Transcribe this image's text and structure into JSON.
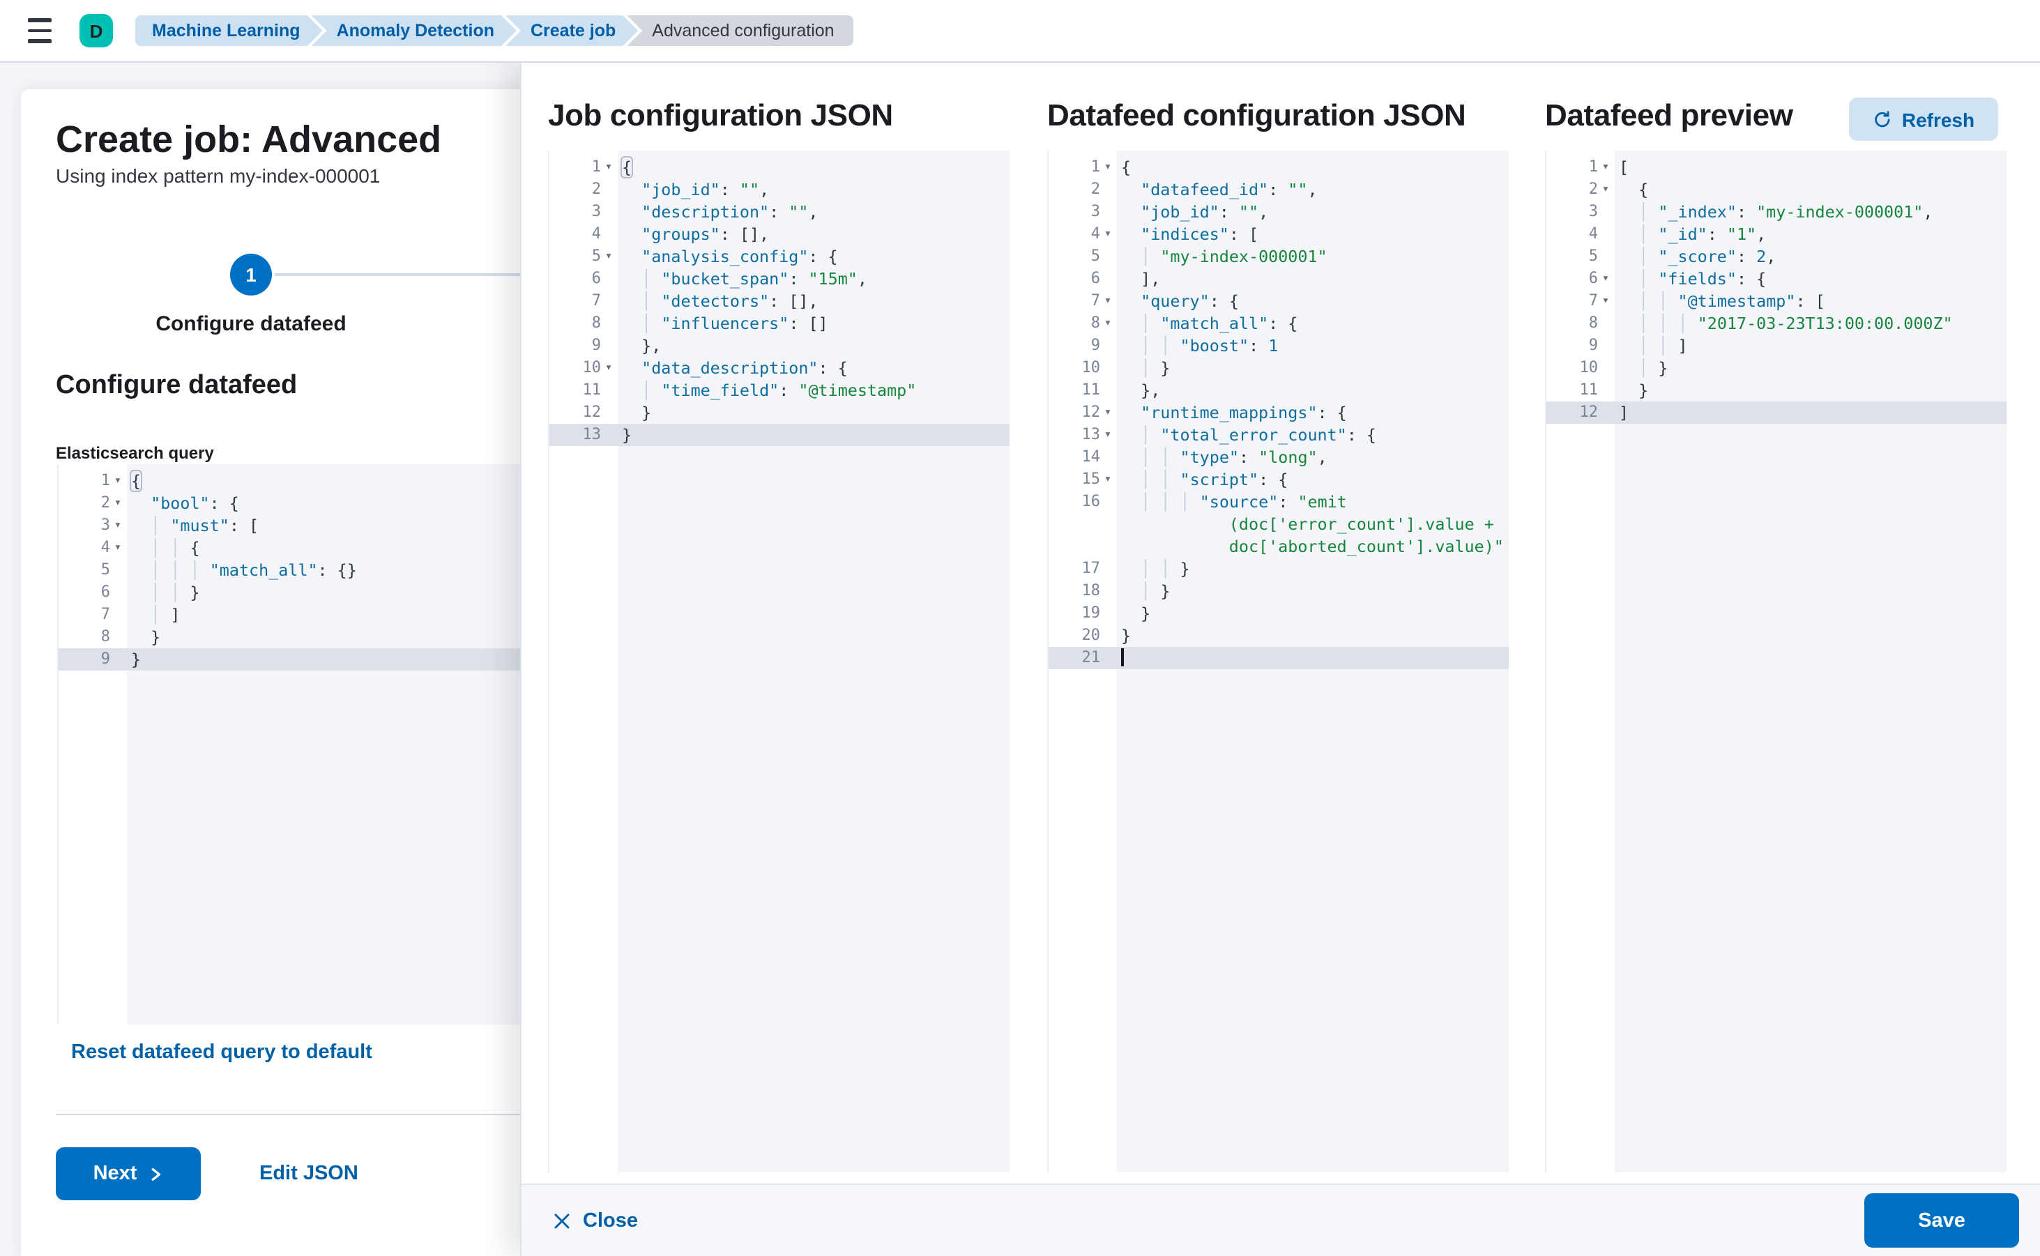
{
  "header": {
    "logo_letter": "D",
    "breadcrumbs": [
      {
        "label": "Machine Learning"
      },
      {
        "label": "Anomaly Detection"
      },
      {
        "label": "Create job"
      },
      {
        "label": "Advanced configuration"
      }
    ]
  },
  "card": {
    "title": "Create job: Advanced",
    "subtitle": "Using index pattern my-index-000001",
    "step": {
      "number": "1",
      "label": "Configure datafeed"
    },
    "section_title": "Configure datafeed",
    "query_label": "Elasticsearch query",
    "reset_link": "Reset datafeed query to default",
    "next_label": "Next",
    "edit_json_label": "Edit JSON"
  },
  "flyout": {
    "col1_title": "Job configuration JSON",
    "col2_title": "Datafeed configuration JSON",
    "col3_title": "Datafeed preview",
    "refresh_label": "Refresh"
  },
  "footer": {
    "close_label": "Close",
    "save_label": "Save"
  },
  "colors": {
    "primary": "#0071c2",
    "link": "#0061a6",
    "key": "#0f6e9d",
    "string": "#17853e",
    "number": "#0f6e9d",
    "punct": "#30353f",
    "editor_bg": "#f4f5f9",
    "gutter_bg": "#ffffff",
    "active_line": "#dde2ea",
    "guide": "#c7cedb",
    "line_number": "#7b8494",
    "badge": "#00bfb3",
    "crumb_blue_bg": "#cde1f3",
    "crumb_blue_text": "#005ea6",
    "crumb_gray_bg": "#d4d7dd",
    "crumb_gray_text": "#343741",
    "refresh_bg": "#d0e3f5"
  },
  "editors": {
    "es_query": {
      "rows": [
        {
          "n": "1",
          "f": 1,
          "b": 1,
          "t": "{"
        },
        {
          "n": "2",
          "f": 1,
          "t": "  \"bool\": {"
        },
        {
          "n": "3",
          "f": 1,
          "t": "    \"must\": ["
        },
        {
          "n": "4",
          "f": 1,
          "t": "      {"
        },
        {
          "n": "5",
          "t": "        \"match_all\": {}"
        },
        {
          "n": "6",
          "t": "      }"
        },
        {
          "n": "7",
          "t": "    ]"
        },
        {
          "n": "8",
          "t": "  }"
        },
        {
          "n": "9",
          "a": 1,
          "t": "}"
        }
      ]
    },
    "job_config": {
      "rows": [
        {
          "n": "1",
          "f": 1,
          "b": 1,
          "t": "{"
        },
        {
          "n": "2",
          "t": "  \"job_id\": \"\","
        },
        {
          "n": "3",
          "t": "  \"description\": \"\","
        },
        {
          "n": "4",
          "t": "  \"groups\": [],"
        },
        {
          "n": "5",
          "f": 1,
          "t": "  \"analysis_config\": {"
        },
        {
          "n": "6",
          "t": "    \"bucket_span\": \"15m\","
        },
        {
          "n": "7",
          "t": "    \"detectors\": [],"
        },
        {
          "n": "8",
          "t": "    \"influencers\": []"
        },
        {
          "n": "9",
          "t": "  },"
        },
        {
          "n": "10",
          "f": 1,
          "t": "  \"data_description\": {"
        },
        {
          "n": "11",
          "t": "    \"time_field\": \"@timestamp\""
        },
        {
          "n": "12",
          "t": "  }"
        },
        {
          "n": "13",
          "a": 1,
          "t": "}"
        }
      ]
    },
    "datafeed_config": {
      "rows": [
        {
          "n": "1",
          "f": 1,
          "t": "{"
        },
        {
          "n": "2",
          "t": "  \"datafeed_id\": \"\","
        },
        {
          "n": "3",
          "t": "  \"job_id\": \"\","
        },
        {
          "n": "4",
          "f": 1,
          "t": "  \"indices\": ["
        },
        {
          "n": "5",
          "t": "    \"my-index-000001\""
        },
        {
          "n": "6",
          "t": "  ],"
        },
        {
          "n": "7",
          "f": 1,
          "t": "  \"query\": {"
        },
        {
          "n": "8",
          "f": 1,
          "t": "    \"match_all\": {"
        },
        {
          "n": "9",
          "t": "      \"boost\": 1"
        },
        {
          "n": "10",
          "t": "    }"
        },
        {
          "n": "11",
          "t": "  },"
        },
        {
          "n": "12",
          "f": 1,
          "t": "  \"runtime_mappings\": {"
        },
        {
          "n": "13",
          "f": 1,
          "t": "    \"total_error_count\": {"
        },
        {
          "n": "14",
          "t": "      \"type\": \"long\","
        },
        {
          "n": "15",
          "f": 1,
          "t": "      \"script\": {"
        },
        {
          "n": "16",
          "t": "        \"source\": \"emit"
        },
        {
          "n": "",
          "s": 1,
          "t": "           (doc['error_count'].value +"
        },
        {
          "n": "",
          "s": 1,
          "t": "           doc['aborted_count'].value)\""
        },
        {
          "n": "17",
          "t": "      }"
        },
        {
          "n": "18",
          "t": "    }"
        },
        {
          "n": "19",
          "t": "  }"
        },
        {
          "n": "20",
          "t": "}"
        },
        {
          "n": "21",
          "a": 1,
          "c": 1,
          "t": ""
        }
      ]
    },
    "datafeed_preview": {
      "rows": [
        {
          "n": "1",
          "f": 1,
          "t": "["
        },
        {
          "n": "2",
          "f": 1,
          "t": "  {"
        },
        {
          "n": "3",
          "t": "    \"_index\": \"my-index-000001\","
        },
        {
          "n": "4",
          "t": "    \"_id\": \"1\","
        },
        {
          "n": "5",
          "t": "    \"_score\": 2,"
        },
        {
          "n": "6",
          "f": 1,
          "t": "    \"fields\": {"
        },
        {
          "n": "7",
          "f": 1,
          "t": "      \"@timestamp\": ["
        },
        {
          "n": "8",
          "t": "        \"2017-03-23T13:00:00.000Z\""
        },
        {
          "n": "9",
          "t": "      ]"
        },
        {
          "n": "10",
          "t": "    }"
        },
        {
          "n": "11",
          "t": "  }"
        },
        {
          "n": "12",
          "a": 1,
          "t": "]"
        }
      ]
    }
  }
}
